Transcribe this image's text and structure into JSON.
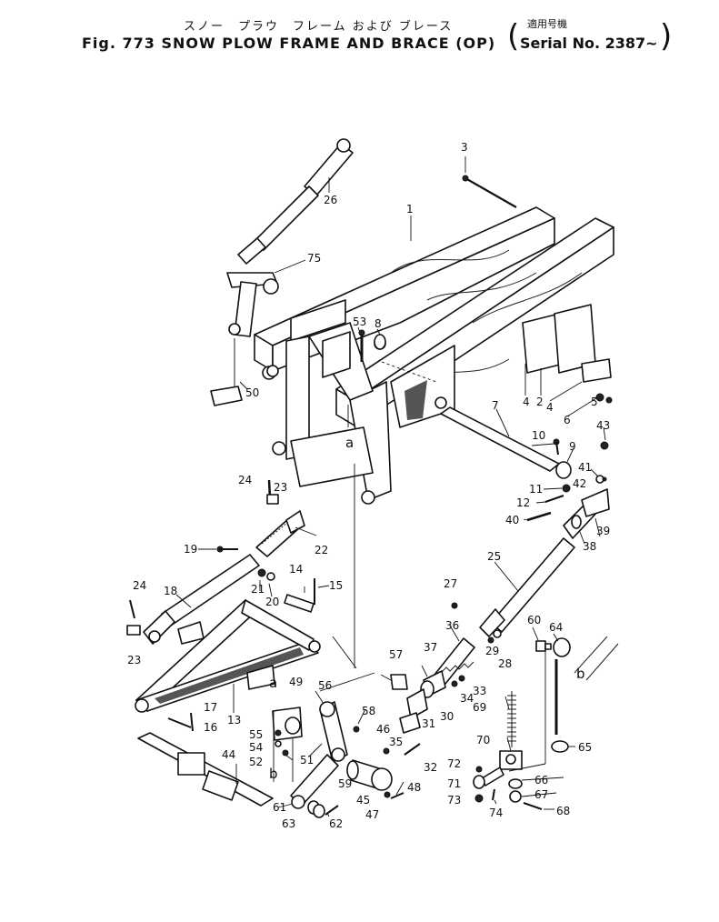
{
  "header": {
    "japanese_title": "スノー　プラウ　フレーム および ブレース",
    "title": "Fig. 773 SNOW PLOW FRAME AND BRACE (OP)",
    "serial_japanese": "適用号機",
    "serial": "Serial No. 2387~"
  },
  "callouts": {
    "c1": "1",
    "c2": "2",
    "c3": "3",
    "c4a": "4",
    "c4b": "4",
    "c5": "5",
    "c6": "6",
    "c7": "7",
    "c8": "8",
    "c9": "9",
    "c10": "10",
    "c11": "11",
    "c12": "12",
    "c13": "13",
    "c14": "14",
    "c15": "15",
    "c16": "16",
    "c17": "17",
    "c18": "18",
    "c19": "19",
    "c20": "20",
    "c21": "21",
    "c22": "22",
    "c23a": "23",
    "c23b": "23",
    "c24a": "24",
    "c24b": "24",
    "c25": "25",
    "c26": "26",
    "c27": "27",
    "c28": "28",
    "c29": "29",
    "c30": "30",
    "c31": "31",
    "c32": "32",
    "c33": "33",
    "c34": "34",
    "c35": "35",
    "c36": "36",
    "c37": "37",
    "c38": "38",
    "c39": "39",
    "c40": "40",
    "c41": "41",
    "c42": "42",
    "c43": "43",
    "c44": "44",
    "c45": "45",
    "c46": "46",
    "c47": "47",
    "c48": "48",
    "c49": "49",
    "c50": "50",
    "c51": "51",
    "c52": "52",
    "c53": "53",
    "c54": "54",
    "c55": "55",
    "c56": "56",
    "c57": "57",
    "c58": "58",
    "c59": "59",
    "c60": "60",
    "c61": "61",
    "c62": "62",
    "c63": "63",
    "c64": "64",
    "c65": "65",
    "c66": "66",
    "c67": "67",
    "c68": "68",
    "c69": "69",
    "c70": "70",
    "c71": "71",
    "c72": "72",
    "c73": "73",
    "c74": "74",
    "c75": "75"
  },
  "refs": {
    "a1": "a",
    "a2": "a",
    "b1": "b",
    "b2": "b"
  }
}
